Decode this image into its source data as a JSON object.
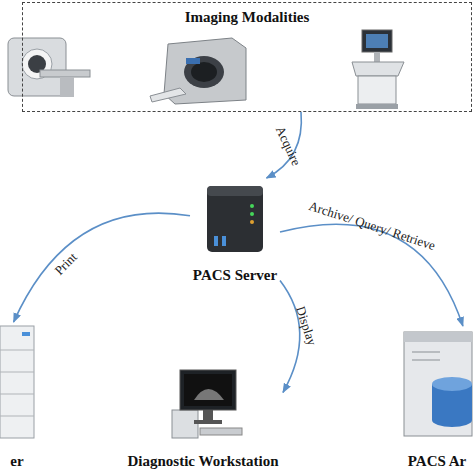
{
  "diagram": {
    "nodes": [
      {
        "text": [
          "Imaging Modalities"
        ]
      },
      {
        "text": [
          "PACS Server"
        ]
      },
      {
        "text": [
          "er"
        ]
      },
      {
        "text": [
          "Diagnostic Workstation"
        ]
      },
      {
        "text": [
          "PACS Ar"
        ]
      }
    ],
    "edges": [
      {
        "from": 0,
        "to": 1,
        "label": "Acquire",
        "arrow": "to"
      },
      {
        "from": 1,
        "to": 2,
        "label": "Print",
        "arrow": "to"
      },
      {
        "from": 1,
        "to": 3,
        "label": "Display",
        "arrow": "to"
      },
      {
        "from": 1,
        "to": 4,
        "label": "Archive/ Query/ Retrieve",
        "arrow": "to"
      }
    ]
  }
}
